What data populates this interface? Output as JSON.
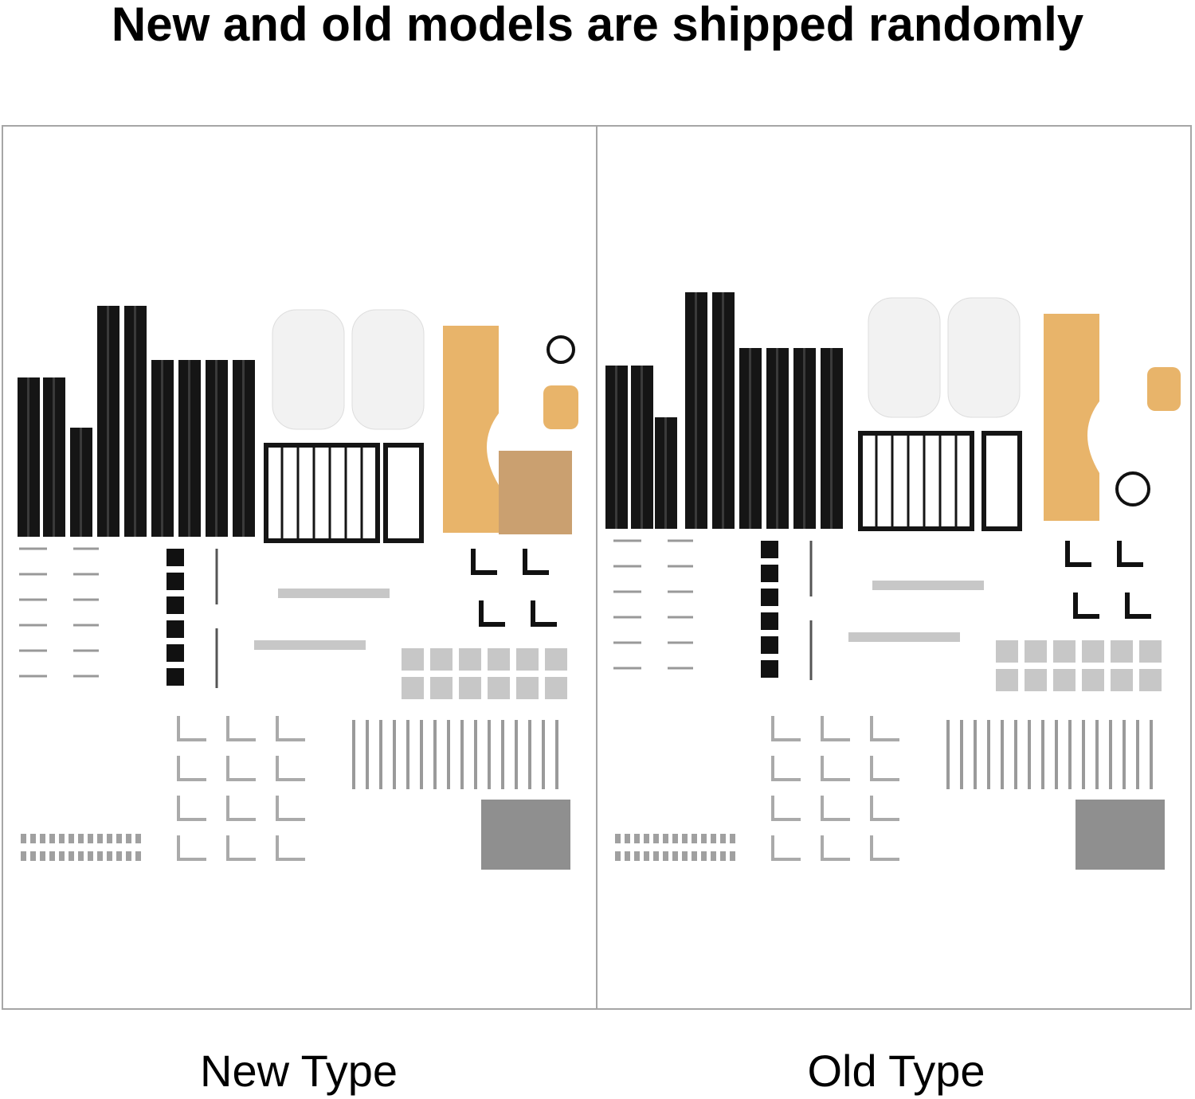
{
  "headline": "New and old models are shipped randomly",
  "panels": [
    {
      "caption": "New Type",
      "kit_image": "new-type-parts-kit-photo"
    },
    {
      "caption": "Old Type",
      "kit_image": "old-type-parts-kit-photo"
    }
  ],
  "colors": {
    "frame_border": "#a6a6a6",
    "aluminium_profile": "#151515",
    "acrylic_panel": "#e8b46a",
    "glove": "#f2f2f2",
    "metal_part": "#c7c7c7",
    "felt_pad": "#8f8f8f"
  }
}
